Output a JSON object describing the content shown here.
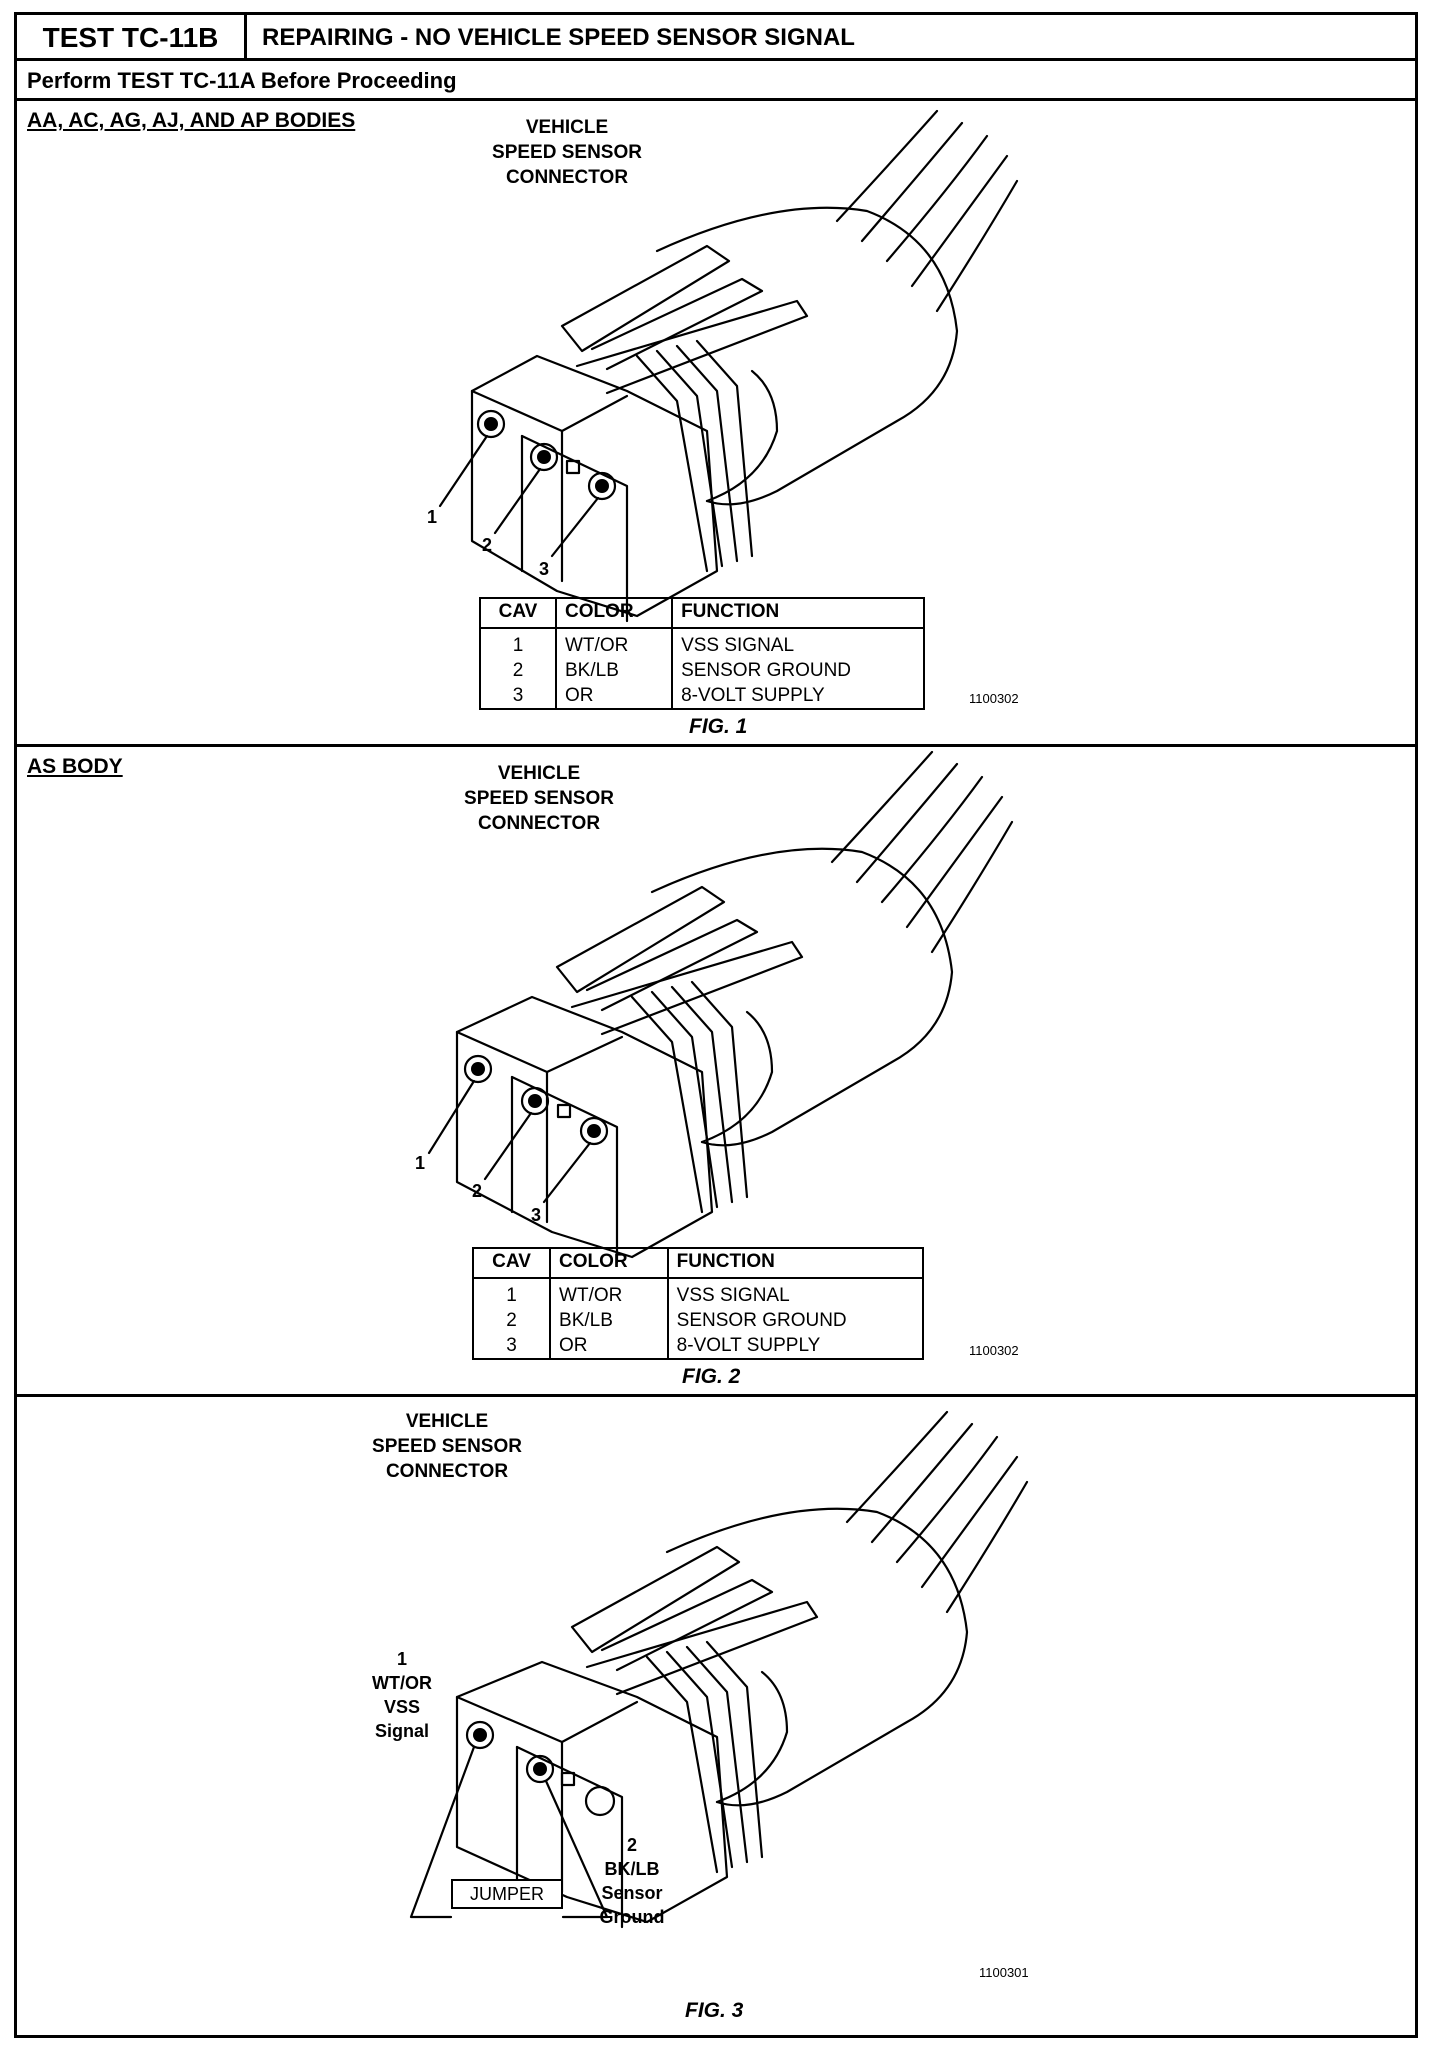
{
  "header": {
    "test_id": "TEST TC-11B",
    "title": "REPAIRING - NO VEHICLE SPEED SENSOR SIGNAL"
  },
  "prerequisite": "Perform TEST TC-11A Before Proceeding",
  "figures": [
    {
      "section_label": "AA, AC, AG, AJ, AND AP BODIES",
      "connector_label": [
        "VEHICLE",
        "SPEED SENSOR",
        "CONNECTOR"
      ],
      "pin_numbers": [
        "1",
        "2",
        "3"
      ],
      "table": {
        "headers": [
          "CAV",
          "COLOR",
          "FUNCTION"
        ],
        "rows": [
          [
            "1",
            "WT/OR",
            "VSS SIGNAL"
          ],
          [
            "2",
            "BK/LB",
            "SENSOR GROUND"
          ],
          [
            "3",
            "OR",
            "8-VOLT SUPPLY"
          ]
        ]
      },
      "figure_id": "1100302",
      "caption": "FIG. 1"
    },
    {
      "section_label": "AS BODY",
      "connector_label": [
        "VEHICLE",
        "SPEED SENSOR",
        "CONNECTOR"
      ],
      "pin_numbers": [
        "1",
        "2",
        "3"
      ],
      "table": {
        "headers": [
          "CAV",
          "COLOR",
          "FUNCTION"
        ],
        "rows": [
          [
            "1",
            "WT/OR",
            "VSS SIGNAL"
          ],
          [
            "2",
            "BK/LB",
            "SENSOR GROUND"
          ],
          [
            "3",
            "OR",
            "8-VOLT SUPPLY"
          ]
        ]
      },
      "figure_id": "1100302",
      "caption": "FIG. 2"
    },
    {
      "connector_label": [
        "VEHICLE",
        "SPEED SENSOR",
        "CONNECTOR"
      ],
      "callout_pin1": [
        "1",
        "WT/OR",
        "VSS",
        "Signal"
      ],
      "callout_pin2": [
        "2",
        "BK/LB",
        "Sensor",
        "Ground"
      ],
      "jumper_label": "JUMPER",
      "figure_id": "1100301",
      "caption": "FIG. 3"
    }
  ]
}
